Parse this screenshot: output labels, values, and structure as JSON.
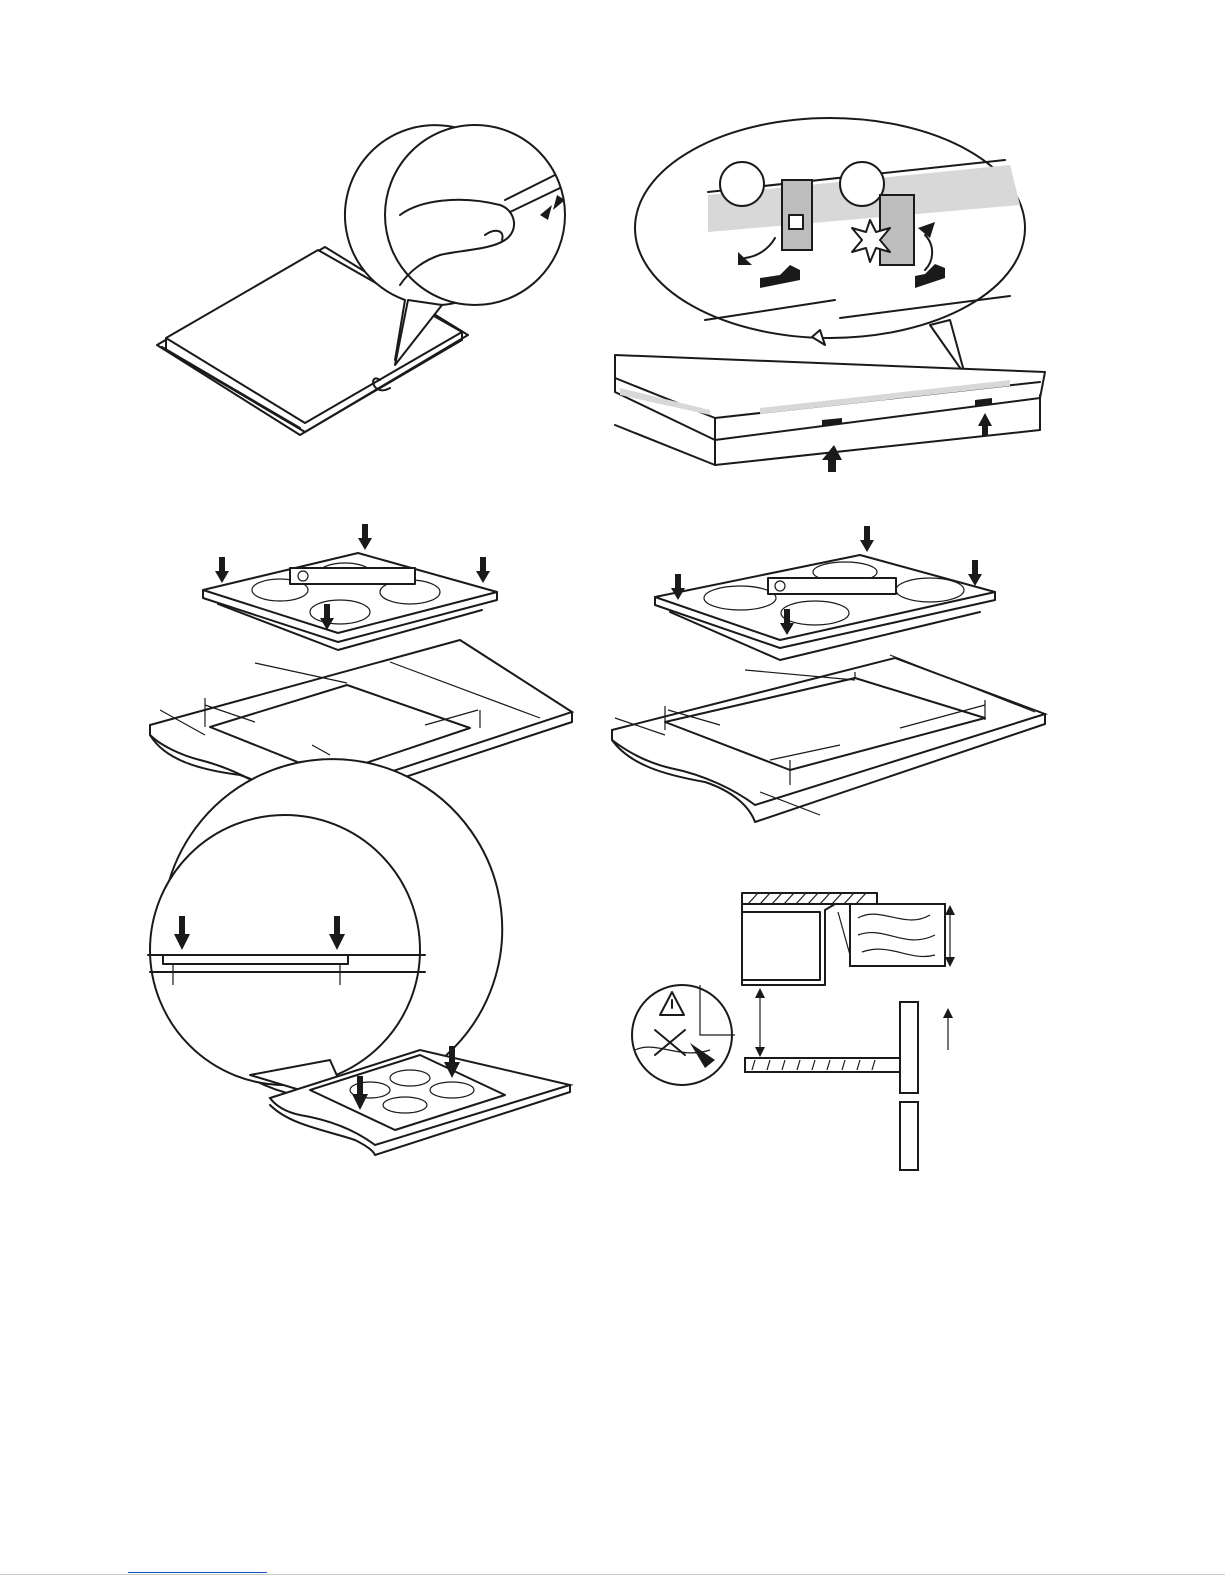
{
  "document": {
    "panels": [
      {
        "id": "fig-1",
        "description_name": "seal-strip-application"
      },
      {
        "id": "fig-2",
        "description_name": "bracket-clip-removal"
      },
      {
        "id": "fig-3",
        "description_name": "hob-insertion-square"
      },
      {
        "id": "fig-4",
        "description_name": "hob-insertion-wide"
      },
      {
        "id": "fig-5",
        "description_name": "hob-flush-seating"
      },
      {
        "id": "fig-6",
        "description_name": "cabinet-clearance-section"
      }
    ],
    "colors": {
      "ink": "#1a1a1a",
      "shade": "#d8d8d8",
      "paper": "#ffffff",
      "link": "#1a56c8"
    },
    "icons": [
      "arrow-down-icon",
      "arrow-up-icon",
      "warning-triangle-icon",
      "cross-icon",
      "rotate-arrow-icon",
      "spirit-level-icon"
    ]
  }
}
